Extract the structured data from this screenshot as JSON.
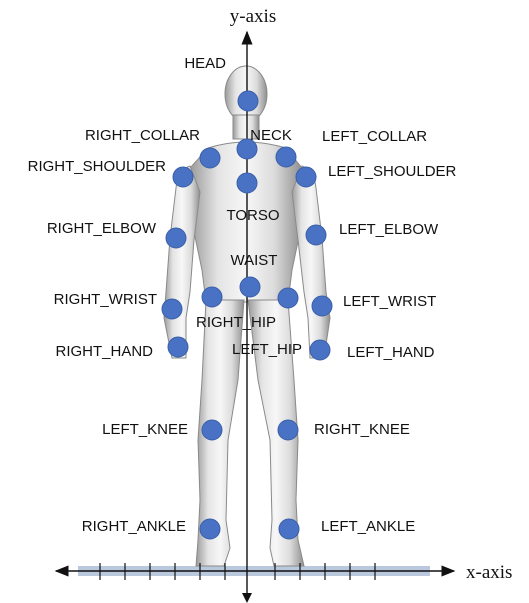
{
  "axes": {
    "y_label": "y-axis",
    "x_label": "x-axis"
  },
  "joint_color": "#4a72c4",
  "ground_color": "#b9c8dc",
  "joints": [
    {
      "id": "head",
      "label": "HEAD"
    },
    {
      "id": "neck",
      "label": "NECK"
    },
    {
      "id": "right-collar",
      "label": "RIGHT_COLLAR"
    },
    {
      "id": "left-collar",
      "label": "LEFT_COLLAR"
    },
    {
      "id": "right-shoulder",
      "label": "RIGHT_SHOULDER"
    },
    {
      "id": "left-shoulder",
      "label": "LEFT_SHOULDER"
    },
    {
      "id": "torso",
      "label": "TORSO"
    },
    {
      "id": "right-elbow",
      "label": "RIGHT_ELBOW"
    },
    {
      "id": "left-elbow",
      "label": "LEFT_ELBOW"
    },
    {
      "id": "waist",
      "label": "WAIST"
    },
    {
      "id": "right-wrist",
      "label": "RIGHT_WRIST"
    },
    {
      "id": "left-wrist",
      "label": "LEFT_WRIST"
    },
    {
      "id": "right-hip",
      "label": "RIGHT_HIP"
    },
    {
      "id": "left-hip",
      "label": "LEFT_HIP"
    },
    {
      "id": "right-hand",
      "label": "RIGHT_HAND"
    },
    {
      "id": "left-hand",
      "label": "LEFT_HAND"
    },
    {
      "id": "left-knee",
      "label": "LEFT_KNEE"
    },
    {
      "id": "right-knee",
      "label": "RIGHT_KNEE"
    },
    {
      "id": "right-ankle",
      "label": "RIGHT_ANKLE"
    },
    {
      "id": "left-ankle",
      "label": "LEFT_ANKLE"
    }
  ]
}
